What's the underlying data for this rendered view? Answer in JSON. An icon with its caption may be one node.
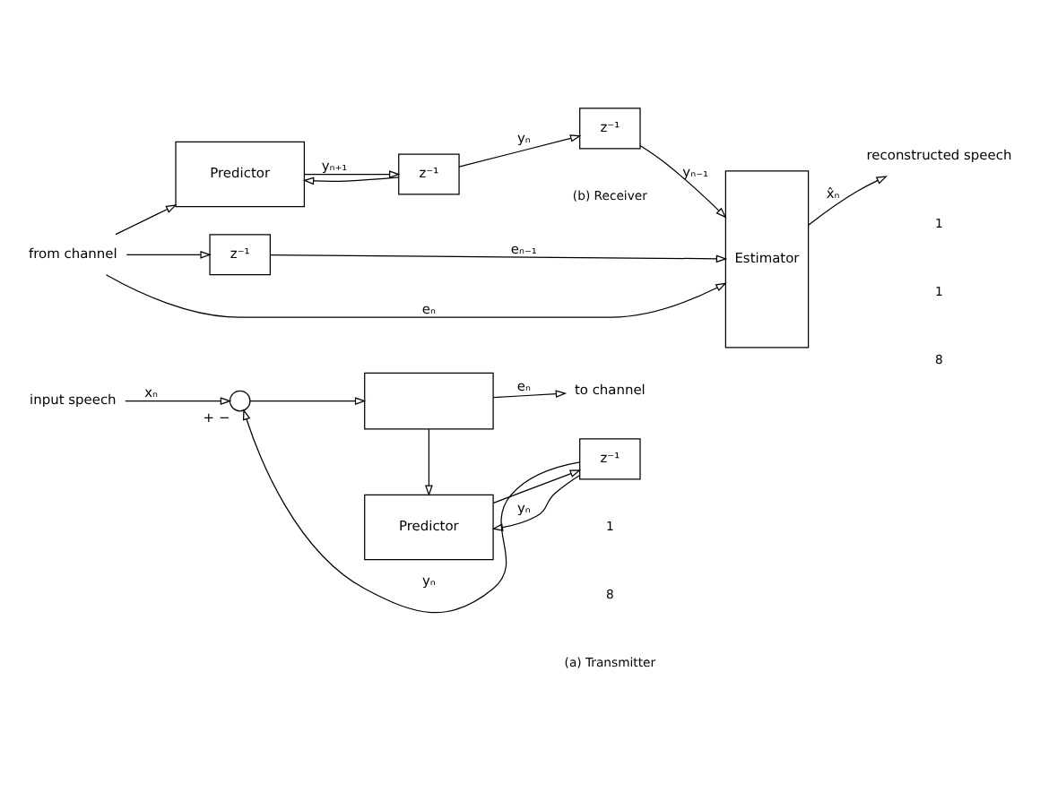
{
  "diagram": {
    "nodes": [
      {
        "text": [
          "input speech"
        ]
      },
      {
        "text": [],
        "shape": "circle",
        "beside": [
          "+",
          "−"
        ]
      },
      {
        "text": [],
        "shape": "box"
      },
      {
        "text": [
          "to channel"
        ]
      },
      {
        "text": [
          "Predictor"
        ]
      },
      {
        "text": [
          "z⁻¹"
        ]
      },
      {
        "text": [
          "from channel"
        ]
      },
      {
        "text": [
          "Predictor"
        ]
      },
      {
        "text": [
          "z⁻¹"
        ]
      },
      {
        "text": [
          "Estimator"
        ]
      },
      {
        "text": [
          "z⁻¹"
        ]
      },
      {
        "text": [
          "z⁻¹"
        ]
      },
      {
        "text": [
          "reconstructed speech"
        ]
      }
    ],
    "edges": [
      {
        "from": 0,
        "to": 1,
        "arrow": "to",
        "label": "xₙ"
      },
      {
        "from": 1,
        "to": 2,
        "arrow": "to"
      },
      {
        "from": 2,
        "to": 3,
        "arrow": "to",
        "label": "eₙ"
      },
      {
        "from": 2,
        "to": 4,
        "arrow": "to"
      },
      {
        "from": 4,
        "to": 5,
        "arrow": "to"
      },
      {
        "from": 5,
        "to": 1,
        "arrow": "to",
        "label": "yₙ"
      },
      {
        "from": 5,
        "to": 4,
        "arrow": "to",
        "label": "yₙ"
      },
      {
        "from": 6,
        "to": 9,
        "arrow": "to",
        "label": "eₙ"
      },
      {
        "from": 6,
        "to": 7,
        "arrow": "to"
      },
      {
        "from": 6,
        "to": 8,
        "arrow": "to"
      },
      {
        "from": 8,
        "to": 9,
        "arrow": "to",
        "label": "eₙ₋₁"
      },
      {
        "from": 7,
        "to": 10,
        "arrow": "to",
        "label": "yₙ₊₁"
      },
      {
        "from": 10,
        "to": 7,
        "arrow": "to"
      },
      {
        "from": 10,
        "to": 11,
        "arrow": "to",
        "label": "yₙ"
      },
      {
        "from": 11,
        "to": 9,
        "arrow": "to",
        "label": "yₙ₋₁"
      },
      {
        "from": 9,
        "to": 12,
        "arrow": "to",
        "label": "x̂ₙ"
      }
    ],
    "labels": [
      "1",
      "8",
      "(a) Transmitter",
      "1",
      "1",
      "8",
      "(b) Receiver"
    ]
  }
}
